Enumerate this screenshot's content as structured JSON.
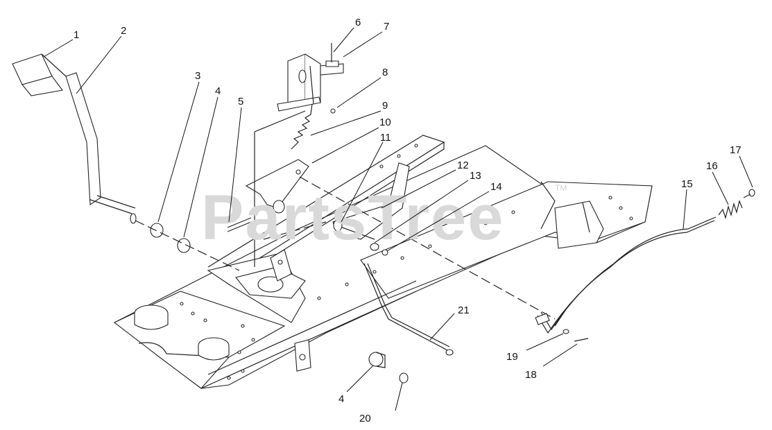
{
  "watermark": {
    "text": "PartsTree",
    "tm": "TM"
  },
  "callouts": [
    {
      "id": "c1",
      "label": "1"
    },
    {
      "id": "c2",
      "label": "2"
    },
    {
      "id": "c3",
      "label": "3"
    },
    {
      "id": "c4a",
      "label": "4"
    },
    {
      "id": "c5",
      "label": "5"
    },
    {
      "id": "c6",
      "label": "6"
    },
    {
      "id": "c7",
      "label": "7"
    },
    {
      "id": "c8",
      "label": "8"
    },
    {
      "id": "c9",
      "label": "9"
    },
    {
      "id": "c10",
      "label": "10"
    },
    {
      "id": "c11",
      "label": "11"
    },
    {
      "id": "c12",
      "label": "12"
    },
    {
      "id": "c13",
      "label": "13"
    },
    {
      "id": "c14",
      "label": "14"
    },
    {
      "id": "c15",
      "label": "15"
    },
    {
      "id": "c16",
      "label": "16"
    },
    {
      "id": "c17",
      "label": "17"
    },
    {
      "id": "c18",
      "label": "18"
    },
    {
      "id": "c19",
      "label": "19"
    },
    {
      "id": "c20",
      "label": "20"
    },
    {
      "id": "c21",
      "label": "21"
    },
    {
      "id": "c4b",
      "label": "4"
    }
  ]
}
